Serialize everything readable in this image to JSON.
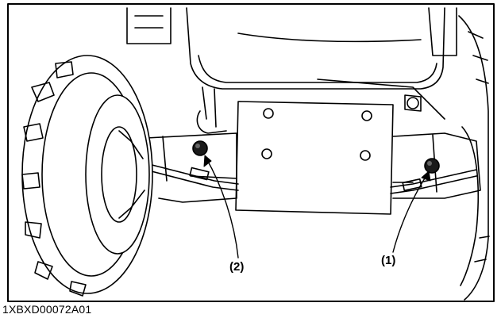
{
  "figure": {
    "code": "1XBXD00072A01",
    "callouts": [
      {
        "id": "1",
        "label": "(1)"
      },
      {
        "id": "2",
        "label": "(2)"
      }
    ]
  }
}
